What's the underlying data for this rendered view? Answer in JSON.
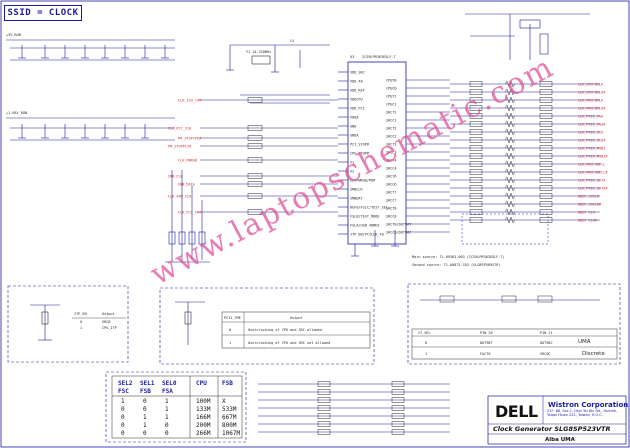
{
  "sheet_title": "SSID = CLOCK",
  "watermark": "www.laptopschematic.com",
  "clock_chip": {
    "ref": "U3",
    "part": "ICS9LPR363EGLF-T",
    "left_pins": [
      "VDD_SRC",
      "VDD_48",
      "VDD_REF",
      "VDDCPU",
      "VDD_PCI",
      "VDDA",
      "GND",
      "GNDA",
      "PCI_STOP#",
      "CPU_STOP#",
      "X1",
      "X2",
      "CLKPWRGD/PD#",
      "SMBCLK",
      "SMBDAT",
      "REF0/FSLC/TEST_SEL",
      "FSLB/TEST_MODE",
      "FSLA/USB_48MHZ",
      "ITP_EN/PCICLK_F0"
    ],
    "right_pins": [
      "CPUT0",
      "CPUC0",
      "CPUT1",
      "CPUC1",
      "SRCT1",
      "SRCC1",
      "SRCT2",
      "SRCC2",
      "SRCT3",
      "SRCC3",
      "SRCT4",
      "SRCC4",
      "SRCT6",
      "SRCC6",
      "SRCT7",
      "SRCC7",
      "SRCT8",
      "SRCC8",
      "SRCT0/DOT96T",
      "SRCC0/DOT96C"
    ]
  },
  "right_nets": [
    "CLK_CPU_BCLK",
    "CLK_CPU_BCLK#",
    "CLK_MCH_BCLK",
    "CLK_MCH_BCLK#",
    "CLK_PCIE_VGA",
    "CLK_PCIE_VGA#",
    "CLK_PCIE_ICH",
    "CLK_PCIE_ICH#",
    "CLK_PCIE_MINI",
    "CLK_PCIE_MINI#",
    "CLK_MCH_3GPLL",
    "CLK_MCH_3GPLL#",
    "CLK_PCIE_SATA",
    "CLK_PCIE_SATA#",
    "DREF_SSCLK",
    "DREF_SSCLK#",
    "DREF_CLK",
    "DREF_CLK#"
  ],
  "left_nets": [
    "CLK_ICH_14M",
    "CLK_PCI_ICH",
    "PM_STOPCPU#",
    "PM_STOPPCI#",
    "CLK_PWRGD",
    "SMB_CLK",
    "SMB_DATA",
    "CLK_48M_ICH",
    "CLK_PCI_FWH"
  ],
  "top_labels": {
    "rail_3v3": "+3V_RUN",
    "rail_1v05": "+1.05V_RUN",
    "inductor": "L5",
    "xtal": "Y1 14.318MHz"
  },
  "notes": [
    "Main source: 71.09363.003 (ICS9LPR363EGLF-T)",
    "Second source: 71.00875.C03 (SLG8SP585VTR)"
  ],
  "itp_block": {
    "header": [
      "ITP_EN",
      "Output"
    ],
    "rows": [
      [
        "0",
        "SRC8"
      ],
      [
        "1",
        "CPU_ITP"
      ]
    ]
  },
  "pci_sel_block": {
    "header": [
      "PCI2_TME",
      "Output"
    ],
    "rows": [
      [
        "0",
        "Overclocking of CPU and SRC allowed"
      ],
      [
        "1",
        "Overclocking of CPU and SRC not allowed"
      ]
    ]
  },
  "uma_block": {
    "header": [
      "27_SEL",
      "PIN 20",
      "PIN 21"
    ],
    "rows": [
      [
        "0",
        "DOT96T",
        "DOT96C",
        "UMA"
      ],
      [
        "1",
        "FACT0",
        "SRC0C",
        "Discrete"
      ]
    ]
  },
  "fsb_table": {
    "header1": [
      "SEL2",
      "SEL1",
      "SEL0",
      "CPU",
      "FSB"
    ],
    "header2": [
      "FSC",
      "FSB",
      "FSA"
    ],
    "rows": [
      [
        "1",
        "0",
        "1",
        "100M",
        "X"
      ],
      [
        "0",
        "0",
        "1",
        "133M",
        "533M"
      ],
      [
        "0",
        "1",
        "1",
        "166M",
        "667M"
      ],
      [
        "0",
        "1",
        "0",
        "200M",
        "800M"
      ],
      [
        "0",
        "0",
        "0",
        "266M",
        "1067M"
      ]
    ]
  },
  "title_block": {
    "company": "Wistron Corporation",
    "address": "21F, 88, Sec.1, Hsin Tai Wu Rd., Hsichih, Taipei Hsien 221, Taiwan, R.O.C.",
    "title": "Clock Generator SLG8SP523VTR",
    "project": "Alba UMA",
    "brand": "DELL"
  },
  "colors": {
    "wire": "#1a1aa0",
    "net": "#d03030",
    "part": "#2a2a2a",
    "watermark": "#e0529a"
  }
}
